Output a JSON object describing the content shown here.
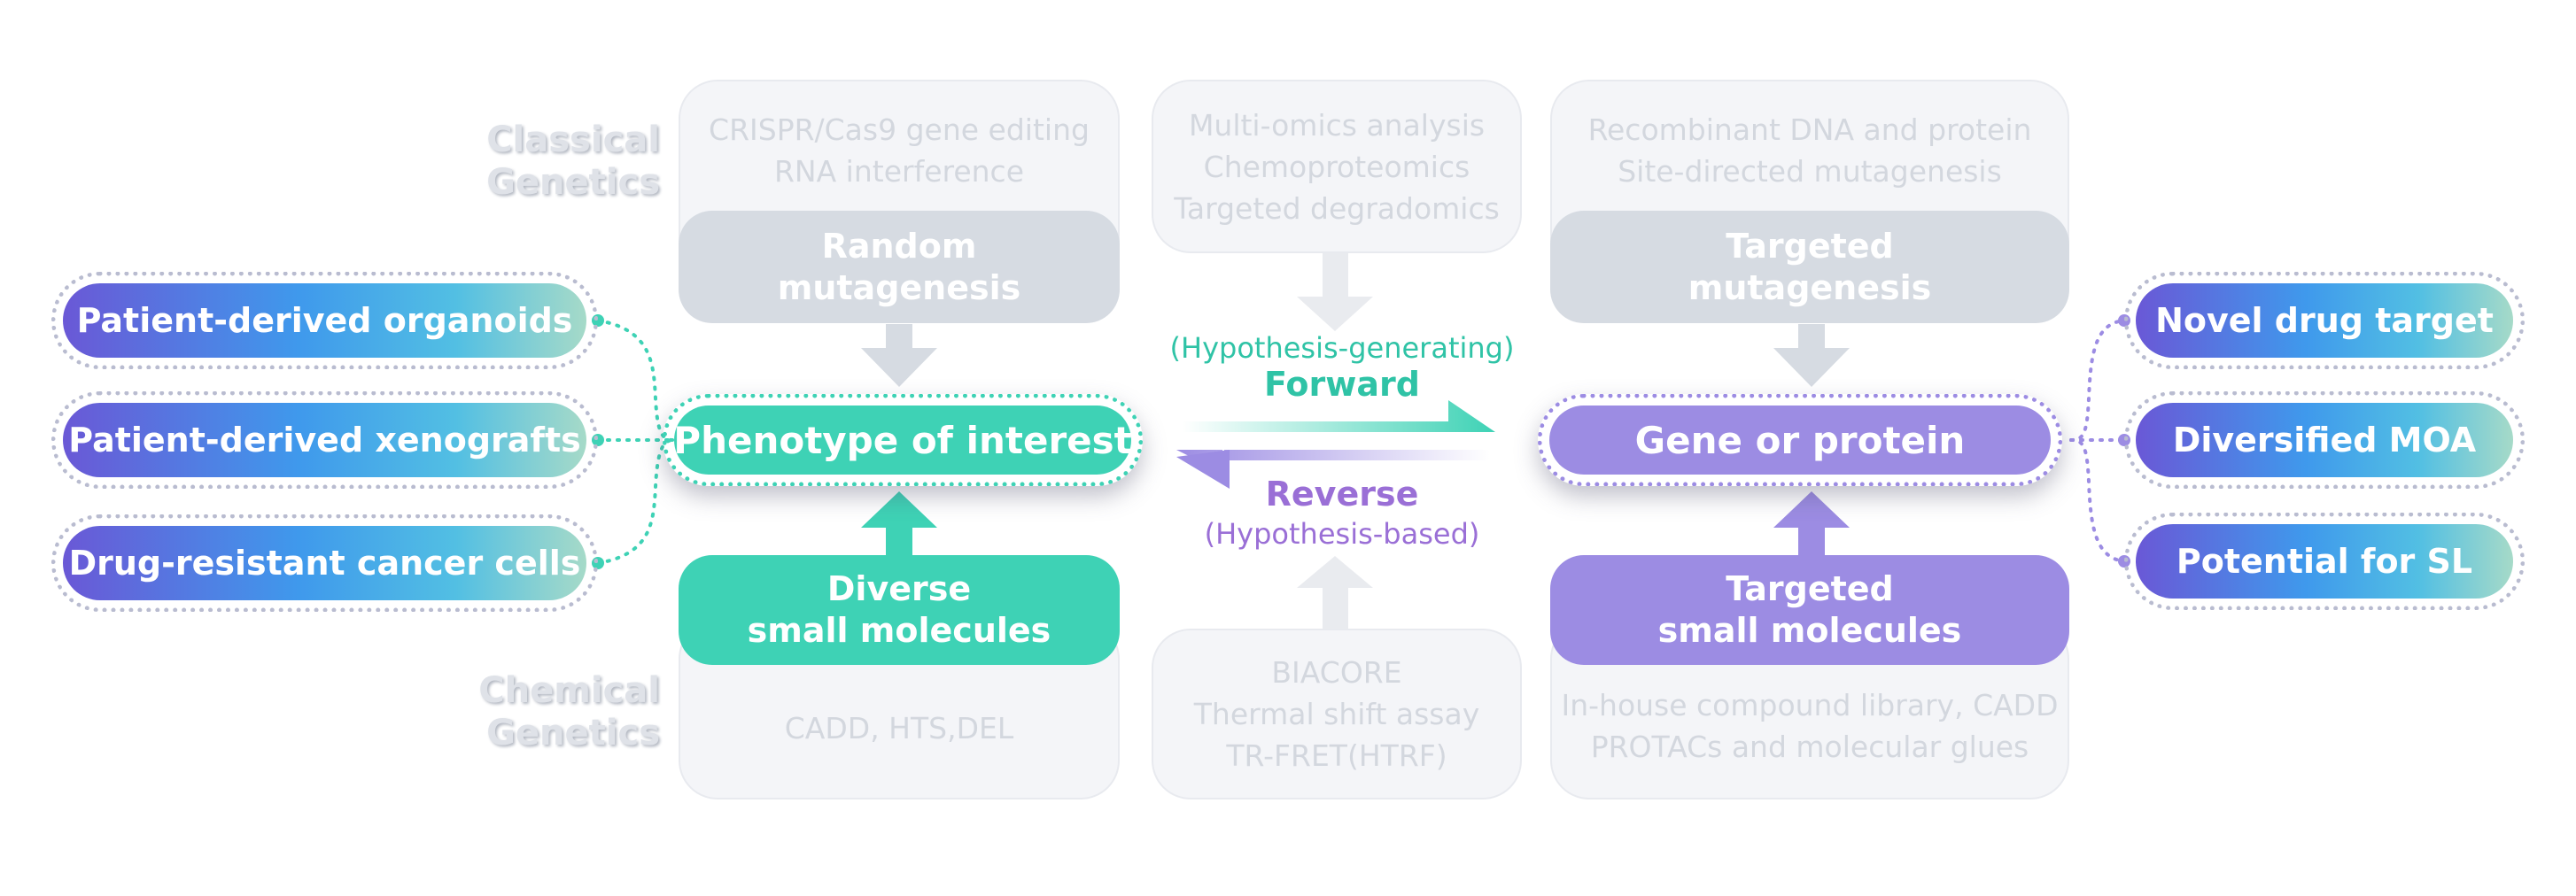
{
  "colors": {
    "teal": "#3ed2b5",
    "purple": "#9c8ce3",
    "grey_label": "#d6dbe2",
    "panel_bg": "#f4f5f8",
    "panel_text": "#d3d7de"
  },
  "row_labels": {
    "classical": [
      "Classical",
      "Genetics"
    ],
    "chemical": [
      "Chemical",
      "Genetics"
    ]
  },
  "panels": {
    "left_top": [
      "CRISPR/Cas9 gene editing",
      "RNA interference"
    ],
    "left_bottom": [
      "CADD, HTS,DEL"
    ],
    "middle_top": [
      "Multi-omics analysis",
      "Chemoproteomics",
      "Targeted degradomics"
    ],
    "middle_bottom": [
      "BIACORE",
      "Thermal shift assay",
      "TR-FRET(HTRF)"
    ],
    "right_top": [
      "Recombinant DNA and protein",
      "Site-directed mutagenesis"
    ],
    "right_bottom": [
      "In-house compound library, CADD",
      "PROTACs and molecular glues"
    ]
  },
  "boxes": {
    "random_mutagenesis": [
      "Random",
      "mutagenesis"
    ],
    "targeted_mutagenesis": [
      "Targeted",
      "mutagenesis"
    ],
    "diverse_small_molecules": [
      "Diverse",
      "small molecules"
    ],
    "targeted_small_molecules": [
      "Targeted",
      "small molecules"
    ]
  },
  "main_nodes": {
    "phenotype": "Phenotype of interest",
    "gene_protein": "Gene or protein"
  },
  "approaches": {
    "forward_note": "(Hypothesis-generating)",
    "forward": "Forward",
    "reverse": "Reverse",
    "reverse_note": "(Hypothesis-based)"
  },
  "left_models": [
    "Patient-derived organoids",
    "Patient-derived xenografts",
    "Drug-resistant cancer cells"
  ],
  "right_outcomes": [
    "Novel drug target",
    "Diversified MOA",
    "Potential for SL"
  ]
}
